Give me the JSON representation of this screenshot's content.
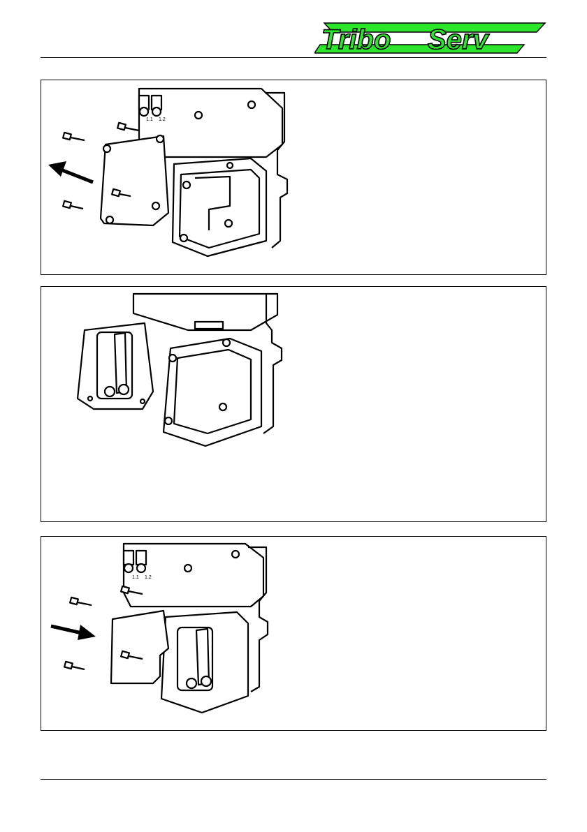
{
  "brand": {
    "name_part1": "Tribo",
    "name_part2": "Serv",
    "colors": {
      "green": "#2ee52e",
      "outline": "#000000"
    }
  },
  "figures": [
    {
      "connector_labels": [
        "1.1",
        "1.2"
      ]
    },
    {
      "connector_labels": []
    },
    {
      "connector_labels": [
        "1.1",
        "1.2"
      ]
    }
  ]
}
